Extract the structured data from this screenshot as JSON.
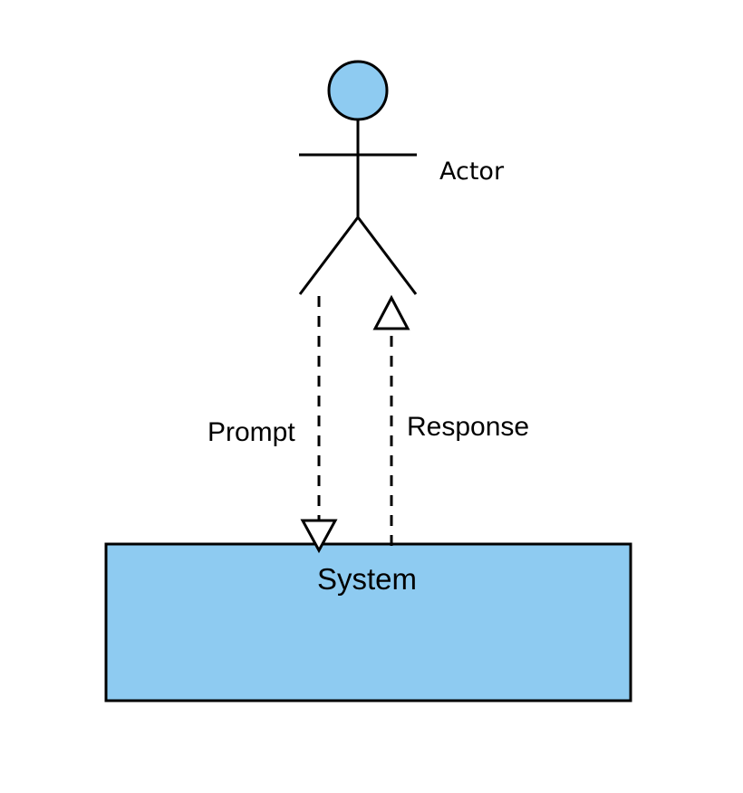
{
  "diagram": {
    "actor": {
      "label": "Actor"
    },
    "system": {
      "label": "System"
    },
    "messages": {
      "prompt": "Prompt",
      "response": "Response"
    }
  },
  "colors": {
    "fill": "#8ecbf1",
    "stroke": "#000000",
    "background": "#ffffff"
  }
}
